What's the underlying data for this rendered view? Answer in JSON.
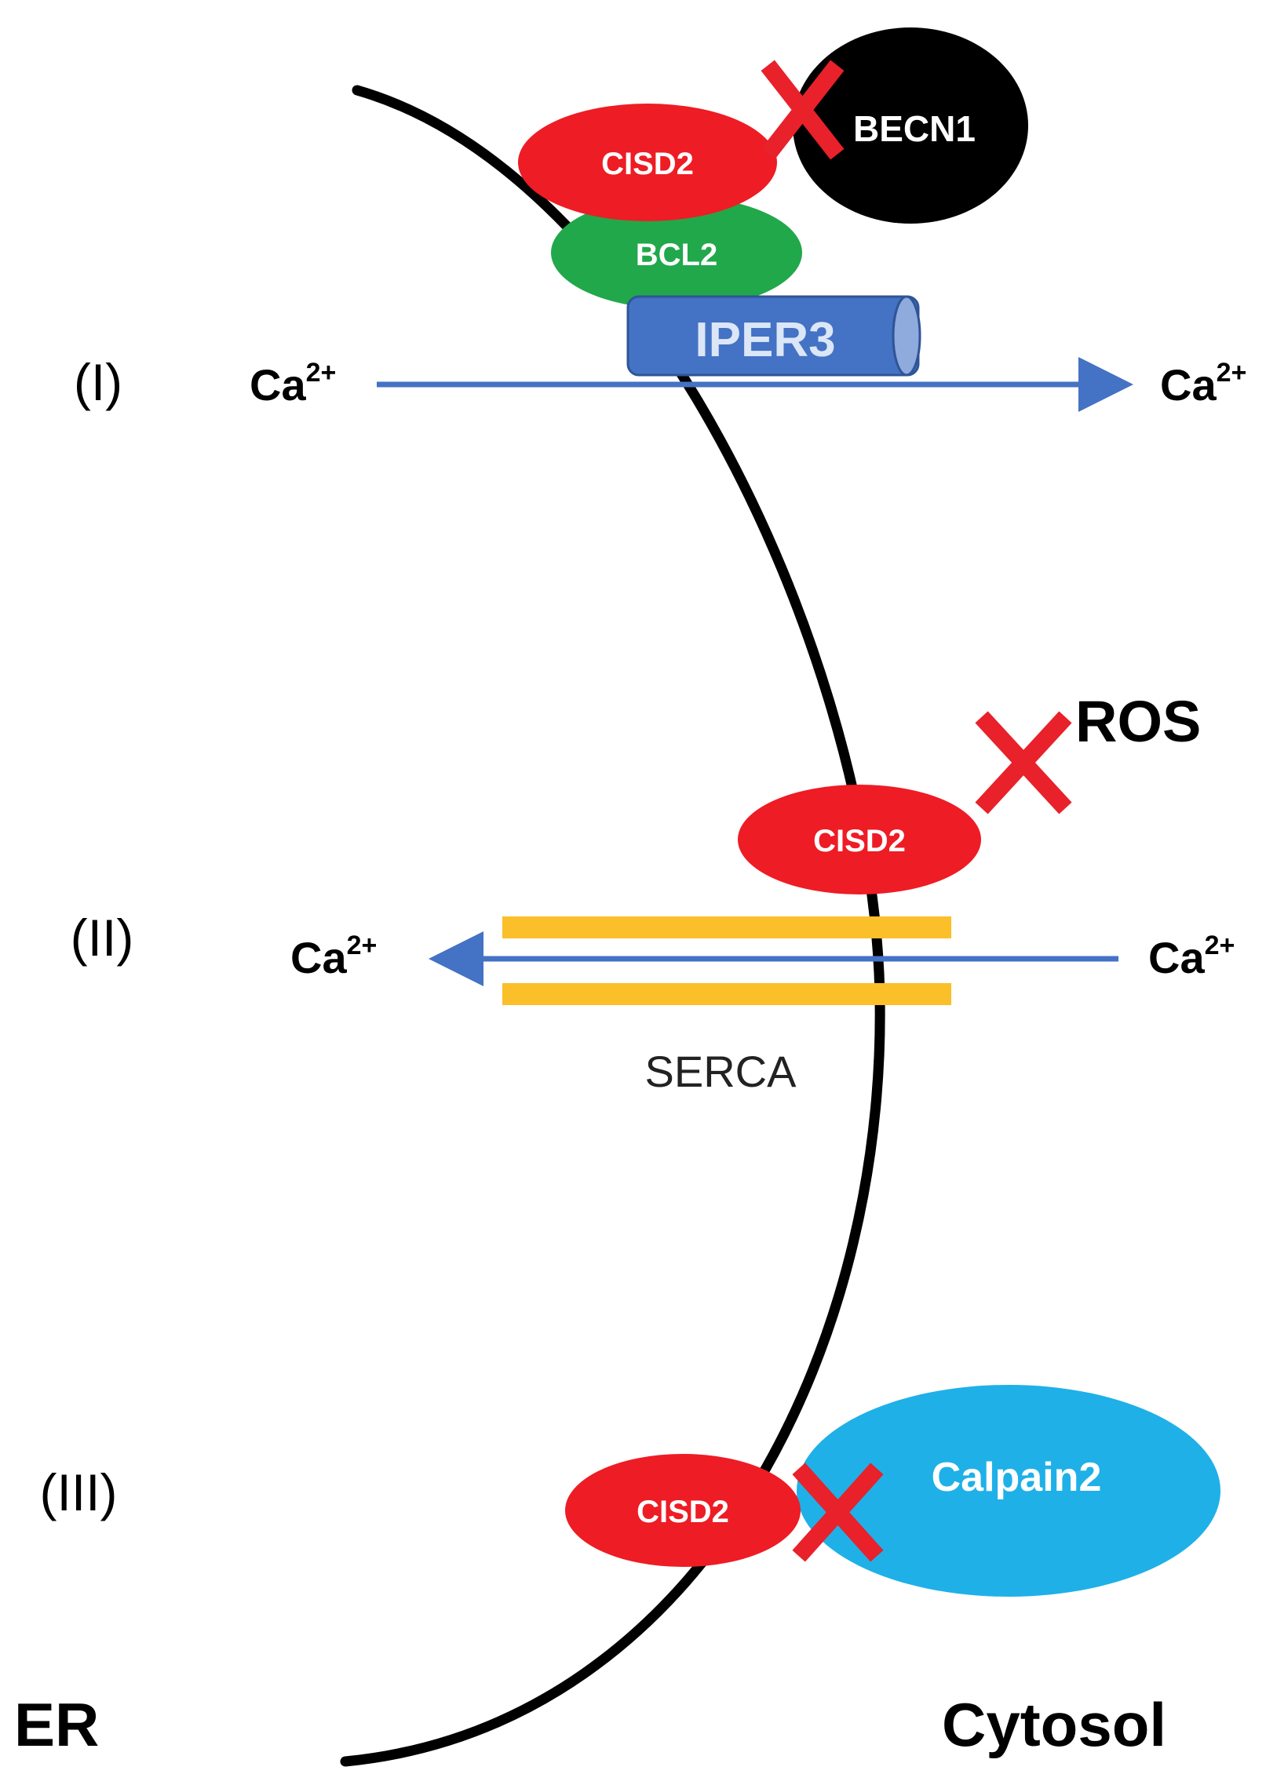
{
  "membrane_label": "ER",
  "cytosol_label": "Cytosol",
  "colors": {
    "membrane": "#000000",
    "cisd2": "#ee1c24",
    "becn1": "#000000",
    "bcl2": "#21a84a",
    "iper3": "#4472c4",
    "arrow": "#4472c4",
    "serca": "#fbbf2a",
    "calpain2": "#1fb0e8",
    "cross": "#e8212a"
  },
  "sections": [
    {
      "numeral": "(I)",
      "proteins": {
        "cisd2": "CISD2",
        "becn1": "BECN1",
        "bcl2": "BCL2",
        "channel": "IPER3"
      },
      "ion_left": {
        "base": "Ca",
        "sup": "2+"
      },
      "ion_right": {
        "base": "Ca",
        "sup": "2+"
      }
    },
    {
      "numeral": "(II)",
      "proteins": {
        "cisd2": "CISD2",
        "ros": "ROS",
        "pump": "SERCA"
      },
      "ion_left": {
        "base": "Ca",
        "sup": "2+"
      },
      "ion_right": {
        "base": "Ca",
        "sup": "2+"
      }
    },
    {
      "numeral": "(III)",
      "proteins": {
        "cisd2": "CISD2",
        "calpain2": "Calpain2"
      }
    }
  ]
}
